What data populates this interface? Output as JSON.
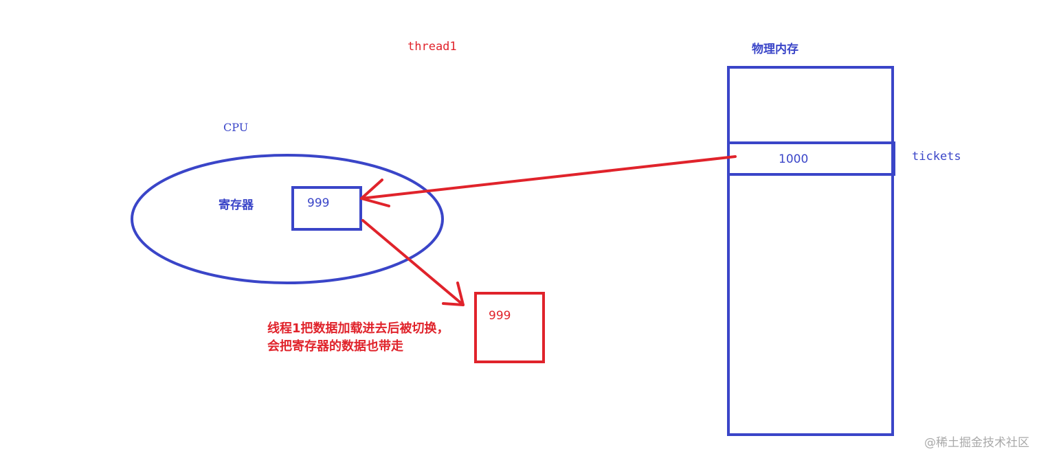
{
  "thread": {
    "label": "thread1"
  },
  "cpu": {
    "label": "CPU",
    "register_label": "寄存器",
    "register_value": "999"
  },
  "memory": {
    "label": "物理内存",
    "cell_value": "1000",
    "cell_name": "tickets"
  },
  "saved": {
    "value": "999"
  },
  "note": {
    "line1": "线程1把数据加载进去后被切换，",
    "line2": "会把寄存器的数据也带走"
  },
  "watermark": {
    "text": "@稀土掘金技术社区"
  },
  "colors": {
    "blue": "#3a45c8",
    "red": "#e0232b",
    "watermark": "#a9a9a9"
  }
}
